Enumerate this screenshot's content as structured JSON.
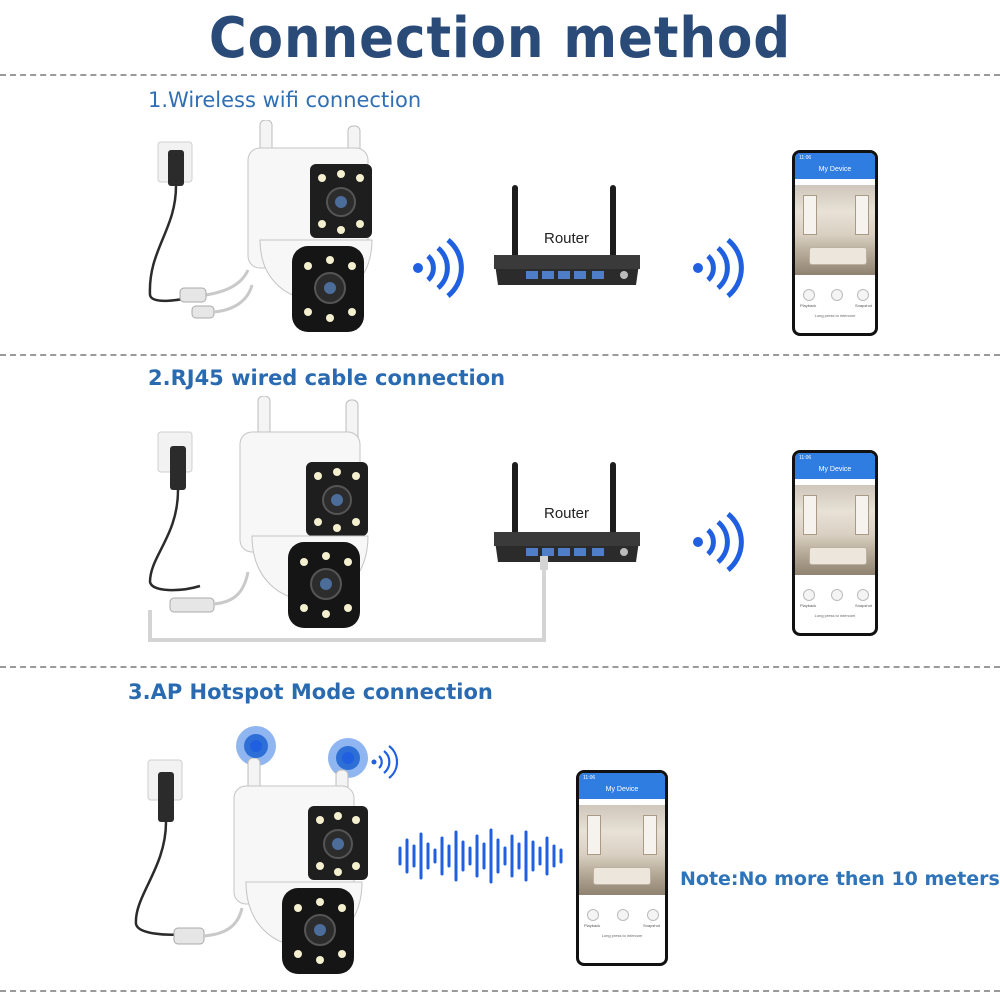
{
  "title": "Connection method",
  "sections": [
    {
      "label": "1.Wireless wifi connection",
      "router_label": "Router"
    },
    {
      "label": "2.RJ45 wired cable connection",
      "router_label": "Router"
    },
    {
      "label": "3.AP Hotspot Mode connection",
      "note": "Note:No more then 10 meters"
    }
  ],
  "phone": {
    "time": "11:06",
    "app_title": "My Device",
    "playback": "Playback",
    "snapshot": "Snapshot",
    "hint": "Long press to intercom"
  },
  "colors": {
    "title": "#2a4a78",
    "section_text": "#2e6fb6",
    "signal_blue": "#1f5fe0",
    "phone_header": "#2f7de1",
    "note": "#2f73b9"
  },
  "icons": [
    "wifi-signal-icon",
    "router-icon",
    "camera-icon",
    "power-adapter-icon",
    "phone-icon",
    "sound-wave-icon",
    "hotspot-icon"
  ]
}
